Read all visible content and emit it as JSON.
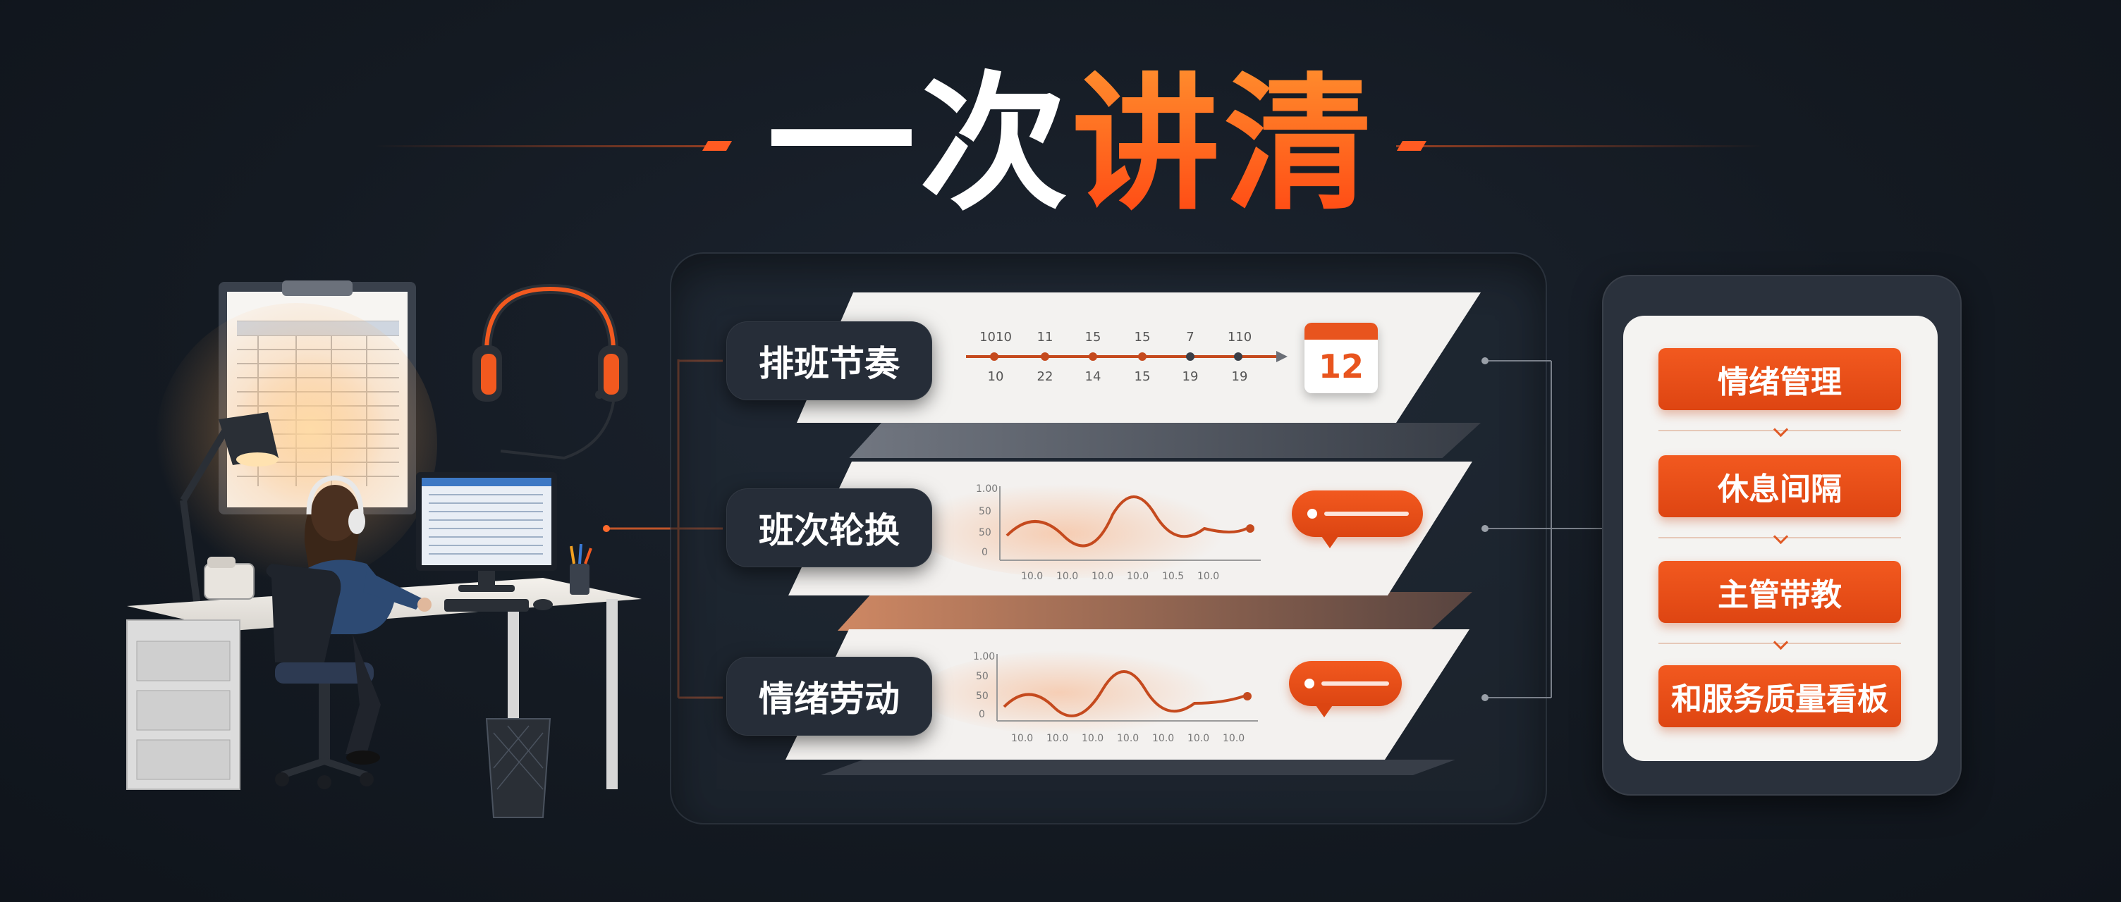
{
  "title": {
    "part1": "一次",
    "part2": "讲清"
  },
  "colors": {
    "accent": "#f2591f",
    "dark_bg": "#141a22",
    "panel": "#262d38"
  },
  "sections": [
    {
      "label": "排班节奏",
      "kind": "timeline",
      "badge_number": "12"
    },
    {
      "label": "班次轮换",
      "kind": "wave"
    },
    {
      "label": "情绪劳动",
      "kind": "wave"
    }
  ],
  "steps": [
    {
      "label": "情绪管理"
    },
    {
      "label": "休息间隔"
    },
    {
      "label": "主管带教"
    },
    {
      "label": "和服务质量看板"
    }
  ],
  "icons": [
    "headphones-icon",
    "calendar-icon",
    "speech-bubble-icon",
    "clipboard-icon",
    "desk-lamp-icon",
    "monitor-icon",
    "phone-icon",
    "office-chair-icon",
    "trash-bin-icon"
  ]
}
